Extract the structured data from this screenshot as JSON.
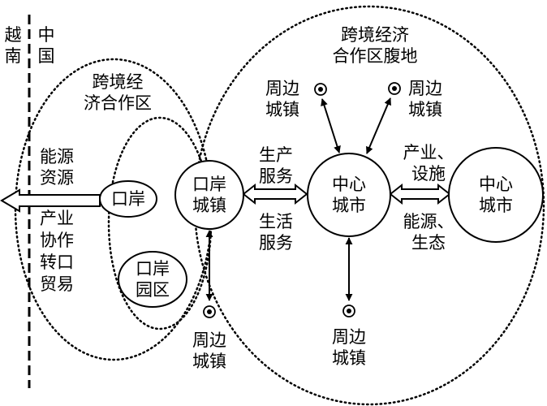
{
  "border": {
    "left_country": [
      "越",
      "南"
    ],
    "right_country": [
      "中",
      "国"
    ]
  },
  "zones": {
    "cooperation_zone": [
      "跨境经",
      "济合作区"
    ],
    "hinterland": [
      "跨境经济",
      "合作区腹地"
    ]
  },
  "nodes": {
    "port": "口岸",
    "port_park": [
      "口岸",
      "园区"
    ],
    "port_town": [
      "口岸",
      "城镇"
    ],
    "central_city_a": [
      "中心",
      "城市"
    ],
    "central_city_b": [
      "中心",
      "城市"
    ],
    "towns": {
      "top_left": [
        "周边",
        "城镇"
      ],
      "top_right": [
        "周边",
        "城镇"
      ],
      "bottom_mid": [
        "周边",
        "城镇"
      ],
      "bottom_left": [
        "周边",
        "城镇"
      ]
    }
  },
  "flows": {
    "energy_resources": [
      "能源",
      "资源"
    ],
    "trade": [
      "产业",
      "协作",
      "转口",
      "贸易"
    ],
    "production_services": [
      "生产",
      "服务"
    ],
    "life_services": [
      "生活",
      "服务"
    ],
    "industry_facilities": [
      "产业、",
      "设施"
    ],
    "energy_ecology": [
      "能源、",
      "生态"
    ]
  },
  "colors": {
    "stroke": "#000000",
    "background": "#ffffff"
  }
}
